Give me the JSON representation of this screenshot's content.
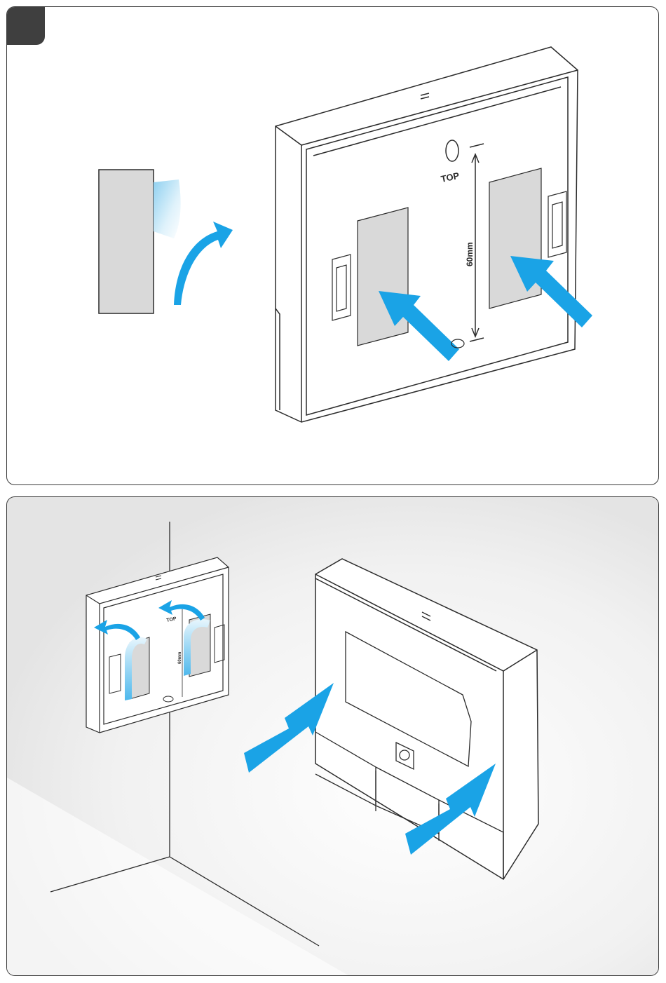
{
  "steps": [
    {
      "id": "step-1",
      "labels": {
        "top_marking": "TOP",
        "spacing": "60mm"
      }
    },
    {
      "id": "step-2",
      "labels": {
        "mini_top_marking": "TOP",
        "mini_spacing": "60mm"
      }
    }
  ],
  "colors": {
    "arrow": "#1aa3e6",
    "adhesive_pad": "#d9d9d9",
    "backing_film": "#bfe4f5",
    "outline": "#2b2b2b",
    "badge": "#3f3f3f"
  },
  "icons": [
    "curved-arrow-icon",
    "push-arrow-icon",
    "peel-arrow-icon"
  ]
}
